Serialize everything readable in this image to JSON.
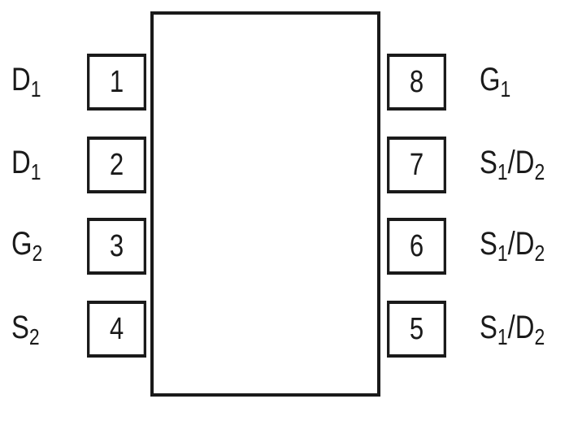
{
  "left_pins": [
    {
      "number": "1",
      "name": "D",
      "sub": "1",
      "slash": "",
      "name2": "",
      "sub2": ""
    },
    {
      "number": "2",
      "name": "D",
      "sub": "1",
      "slash": "",
      "name2": "",
      "sub2": ""
    },
    {
      "number": "3",
      "name": "G",
      "sub": "2",
      "slash": "",
      "name2": "",
      "sub2": ""
    },
    {
      "number": "4",
      "name": "S",
      "sub": "2",
      "slash": "",
      "name2": "",
      "sub2": ""
    }
  ],
  "right_pins": [
    {
      "number": "8",
      "name": "G",
      "sub": "1",
      "slash": "",
      "name2": "",
      "sub2": ""
    },
    {
      "number": "7",
      "name": "S",
      "sub": "1",
      "slash": "/",
      "name2": "D",
      "sub2": "2"
    },
    {
      "number": "6",
      "name": "S",
      "sub": "1",
      "slash": "/",
      "name2": "D",
      "sub2": "2"
    },
    {
      "number": "5",
      "name": "S",
      "sub": "1",
      "slash": "/",
      "name2": "D",
      "sub2": "2"
    }
  ]
}
